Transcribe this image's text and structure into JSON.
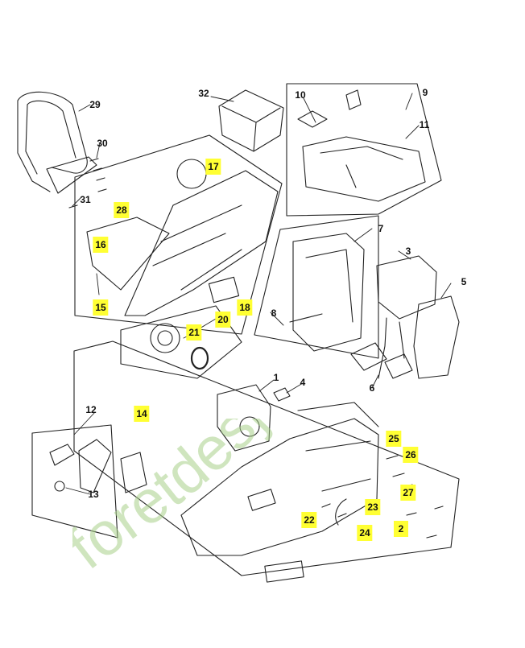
{
  "diagram": {
    "highlight_color": "#ffff33",
    "line_color": "#222222",
    "callouts": [
      {
        "id": "1",
        "text": "1",
        "highlighted": false
      },
      {
        "id": "2",
        "text": "2",
        "highlighted": true
      },
      {
        "id": "3",
        "text": "3",
        "highlighted": false
      },
      {
        "id": "4",
        "text": "4",
        "highlighted": false
      },
      {
        "id": "5",
        "text": "5",
        "highlighted": false
      },
      {
        "id": "6",
        "text": "6",
        "highlighted": false
      },
      {
        "id": "7",
        "text": "7",
        "highlighted": false
      },
      {
        "id": "8",
        "text": "8",
        "highlighted": false
      },
      {
        "id": "9",
        "text": "9",
        "highlighted": false
      },
      {
        "id": "10",
        "text": "10",
        "highlighted": false
      },
      {
        "id": "11",
        "text": "11",
        "highlighted": false
      },
      {
        "id": "12",
        "text": "12",
        "highlighted": false
      },
      {
        "id": "13",
        "text": "13",
        "highlighted": false
      },
      {
        "id": "14",
        "text": "14",
        "highlighted": true
      },
      {
        "id": "15",
        "text": "15",
        "highlighted": true
      },
      {
        "id": "16",
        "text": "16",
        "highlighted": true
      },
      {
        "id": "17",
        "text": "17",
        "highlighted": true
      },
      {
        "id": "18",
        "text": "18",
        "highlighted": true
      },
      {
        "id": "20",
        "text": "20",
        "highlighted": true
      },
      {
        "id": "21",
        "text": "21",
        "highlighted": true
      },
      {
        "id": "22",
        "text": "22",
        "highlighted": true
      },
      {
        "id": "23",
        "text": "23",
        "highlighted": true
      },
      {
        "id": "24",
        "text": "24",
        "highlighted": true
      },
      {
        "id": "25",
        "text": "25",
        "highlighted": true
      },
      {
        "id": "26",
        "text": "26",
        "highlighted": true
      },
      {
        "id": "27",
        "text": "27",
        "highlighted": true
      },
      {
        "id": "28",
        "text": "28",
        "highlighted": true
      },
      {
        "id": "29",
        "text": "29",
        "highlighted": false
      },
      {
        "id": "30",
        "text": "30",
        "highlighted": false
      },
      {
        "id": "31",
        "text": "31",
        "highlighted": false
      },
      {
        "id": "32",
        "text": "32",
        "highlighted": false
      }
    ]
  },
  "watermark": {
    "text": "foretdesjardin.com",
    "color": "#a8d08a"
  }
}
